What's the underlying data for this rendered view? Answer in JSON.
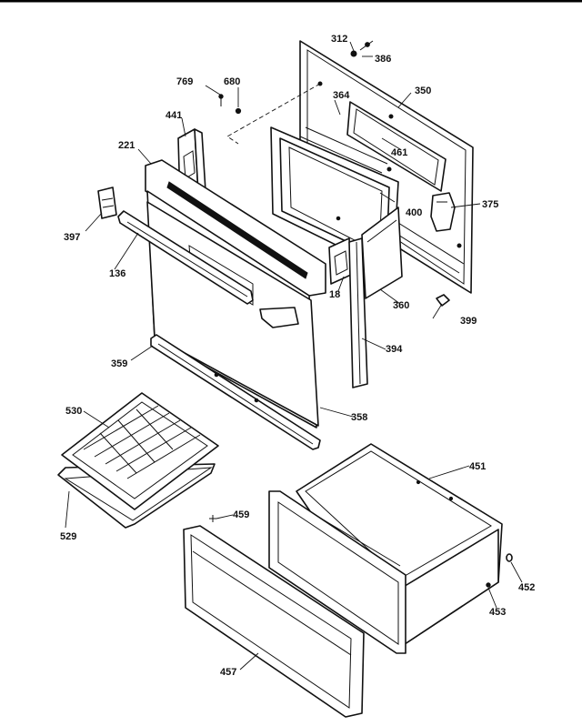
{
  "callouts": [
    {
      "id": "312",
      "label": "312"
    },
    {
      "id": "386",
      "label": "386"
    },
    {
      "id": "769",
      "label": "769"
    },
    {
      "id": "680",
      "label": "680"
    },
    {
      "id": "350",
      "label": "350"
    },
    {
      "id": "364",
      "label": "364"
    },
    {
      "id": "441",
      "label": "441"
    },
    {
      "id": "461",
      "label": "461"
    },
    {
      "id": "221",
      "label": "221"
    },
    {
      "id": "400",
      "label": "400"
    },
    {
      "id": "375",
      "label": "375"
    },
    {
      "id": "397",
      "label": "397"
    },
    {
      "id": "136",
      "label": "136"
    },
    {
      "id": "18",
      "label": "18"
    },
    {
      "id": "360",
      "label": "360"
    },
    {
      "id": "399",
      "label": "399"
    },
    {
      "id": "394",
      "label": "394"
    },
    {
      "id": "359",
      "label": "359"
    },
    {
      "id": "358",
      "label": "358"
    },
    {
      "id": "530",
      "label": "530"
    },
    {
      "id": "451",
      "label": "451"
    },
    {
      "id": "459",
      "label": "459"
    },
    {
      "id": "529",
      "label": "529"
    },
    {
      "id": "452",
      "label": "452"
    },
    {
      "id": "453",
      "label": "453"
    },
    {
      "id": "457",
      "label": "457"
    }
  ]
}
